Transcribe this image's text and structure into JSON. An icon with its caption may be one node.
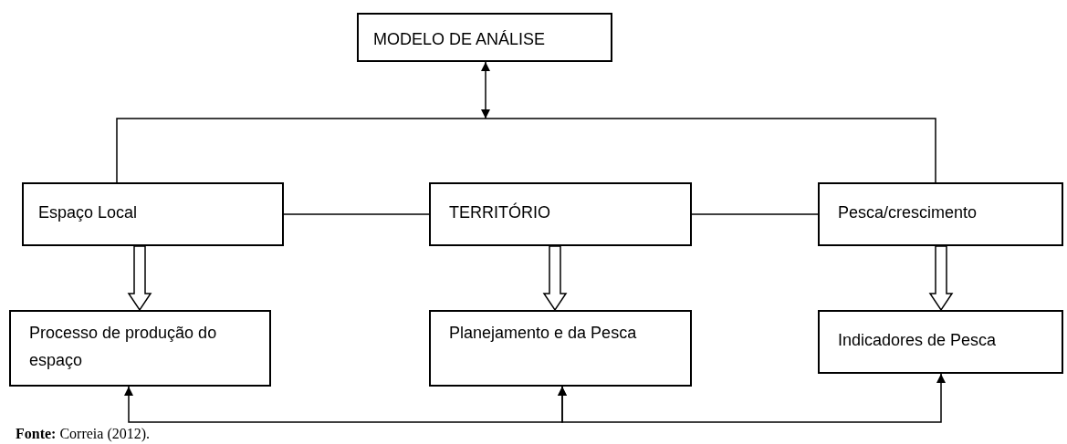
{
  "diagram": {
    "caption": "**Fonte:** Correia (2012).",
    "nodes": [
      {
        "text": [
          "MODELO DE ANÁLISE"
        ]
      },
      {
        "text": [
          "Espaço Local"
        ]
      },
      {
        "text": [
          "TERRITÓRIO"
        ]
      },
      {
        "text": [
          "Pesca/crescimento"
        ]
      },
      {
        "text": [
          "Processo de produção do espaço"
        ]
      },
      {
        "text": [
          "Planejamento e da Pesca"
        ]
      },
      {
        "text": [
          "Indicadores de Pesca"
        ]
      }
    ],
    "edges": [
      {
        "from": 0,
        "to": null,
        "arrow": "both"
      },
      {
        "from": 1,
        "to": 3,
        "arrow": "none"
      },
      {
        "from": 1,
        "to": 2,
        "arrow": "none"
      },
      {
        "from": 2,
        "to": 3,
        "arrow": "none"
      },
      {
        "from": 1,
        "to": 4,
        "arrow": "to"
      },
      {
        "from": 2,
        "to": 5,
        "arrow": "to"
      },
      {
        "from": 3,
        "to": 6,
        "arrow": "to"
      },
      {
        "from": 4,
        "to": 5,
        "arrow": "both"
      },
      {
        "from": 5,
        "to": 6,
        "arrow": "both"
      }
    ]
  }
}
